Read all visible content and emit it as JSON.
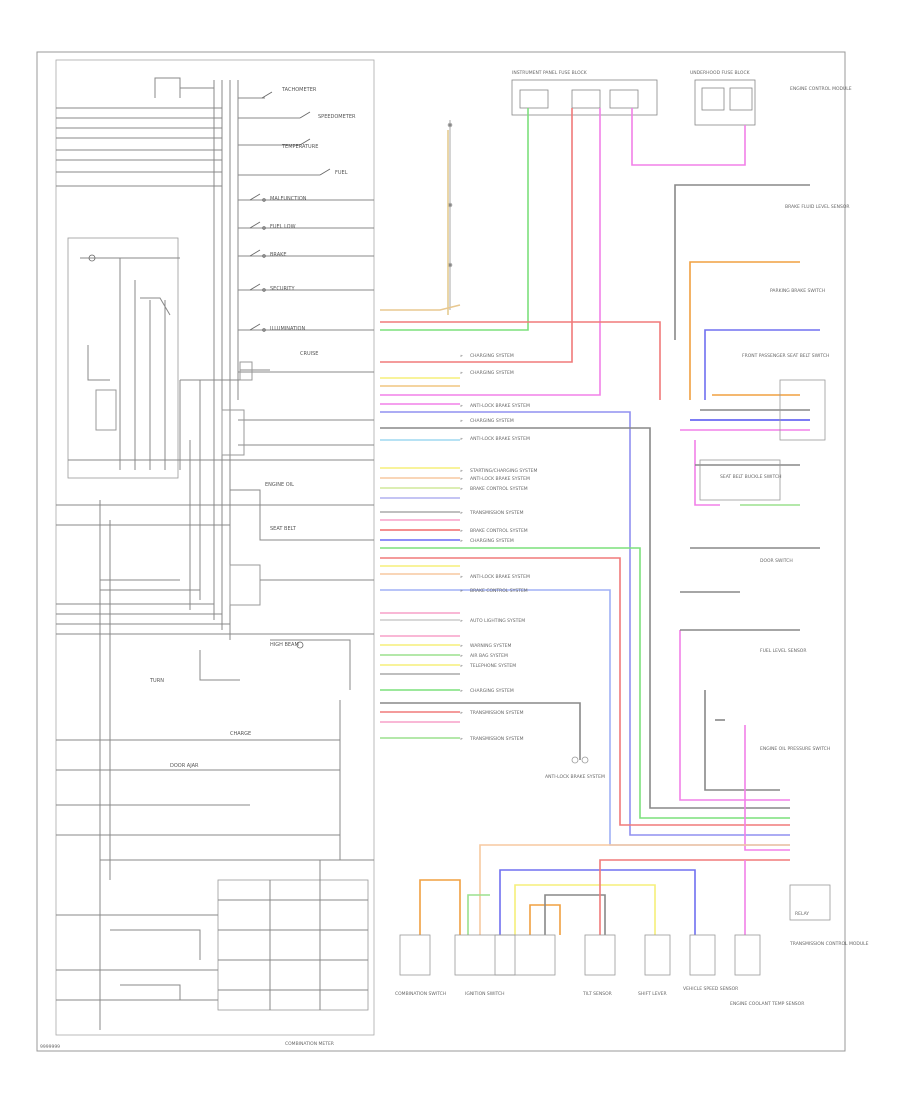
{
  "diagram": {
    "footer_left": "9999999",
    "footer_center": "COMBINATION METER",
    "top_boxes": [
      {
        "label": "INSTRUMENT PANEL FUSE BLOCK"
      },
      {
        "label": "UNDERHOOD FUSE BLOCK"
      },
      {
        "label": "ENGINE CONTROL MODULE"
      }
    ],
    "gauges": [
      {
        "label": "TACHOMETER"
      },
      {
        "label": "SPEEDOMETER"
      },
      {
        "label": "TEMPERATURE"
      },
      {
        "label": "FUEL"
      }
    ],
    "indicators": [
      {
        "label": "MALFUNCTION"
      },
      {
        "label": "FUEL LOW"
      },
      {
        "label": "BRAKE"
      },
      {
        "label": "SECURITY"
      },
      {
        "label": "ILLUMINATION"
      },
      {
        "label": "CRUISE"
      },
      {
        "label": "ENGINE OIL"
      },
      {
        "label": "SEAT BELT"
      },
      {
        "label": "HIGH BEAM"
      },
      {
        "label": "TURN"
      },
      {
        "label": "CHARGE"
      },
      {
        "label": "DOOR AJAR"
      }
    ],
    "systems": [
      {
        "label": "CHARGING SYSTEM"
      },
      {
        "label": "CHARGING SYSTEM"
      },
      {
        "label": "ANTI-LOCK BRAKE SYSTEM"
      },
      {
        "label": "CHARGING SYSTEM"
      },
      {
        "label": "ANTI-LOCK BRAKE SYSTEM"
      },
      {
        "label": "STARTING/CHARGING SYSTEM"
      },
      {
        "label": "ANTI-LOCK BRAKE SYSTEM"
      },
      {
        "label": "BRAKE CONTROL SYSTEM"
      },
      {
        "label": "TRANSMISSION SYSTEM"
      },
      {
        "label": "BRAKE CONTROL SYSTEM"
      },
      {
        "label": "CHARGING SYSTEM"
      },
      {
        "label": "ANTI-LOCK BRAKE SYSTEM"
      },
      {
        "label": "BRAKE CONTROL SYSTEM"
      },
      {
        "label": "AUTO LIGHTING SYSTEM"
      },
      {
        "label": "WARNING SYSTEM"
      },
      {
        "label": "AIR BAG SYSTEM"
      },
      {
        "label": "TELEPHONE SYSTEM"
      },
      {
        "label": "CHARGING SYSTEM"
      },
      {
        "label": "TRANSMISSION SYSTEM"
      },
      {
        "label": "TRANSMISSION SYSTEM"
      }
    ],
    "right_components": [
      {
        "label": "BRAKE FLUID LEVEL SENSOR"
      },
      {
        "label": "PARKING BRAKE SWITCH"
      },
      {
        "label": "FRONT PASSENGER SEAT BELT SWITCH"
      },
      {
        "label": "SEAT BELT BUCKLE SWITCH"
      },
      {
        "label": "DOOR SWITCH"
      },
      {
        "label": "FUEL LEVEL SENSOR"
      },
      {
        "label": "ENGINE OIL PRESSURE SWITCH"
      },
      {
        "label": "TRANSMISSION CONTROL MODULE"
      }
    ],
    "bottom_components": [
      {
        "label": "COMBINATION SWITCH"
      },
      {
        "label": "IGNITION SWITCH"
      },
      {
        "label": "TILT SENSOR"
      },
      {
        "label": "SHIFT LEVER"
      },
      {
        "label": "VEHICLE SPEED SENSOR"
      },
      {
        "label": "ENGINE COOLANT TEMP SENSOR"
      },
      {
        "label": "RELAY"
      }
    ],
    "warning_label": "ANTI-LOCK BRAKE SYSTEM"
  }
}
